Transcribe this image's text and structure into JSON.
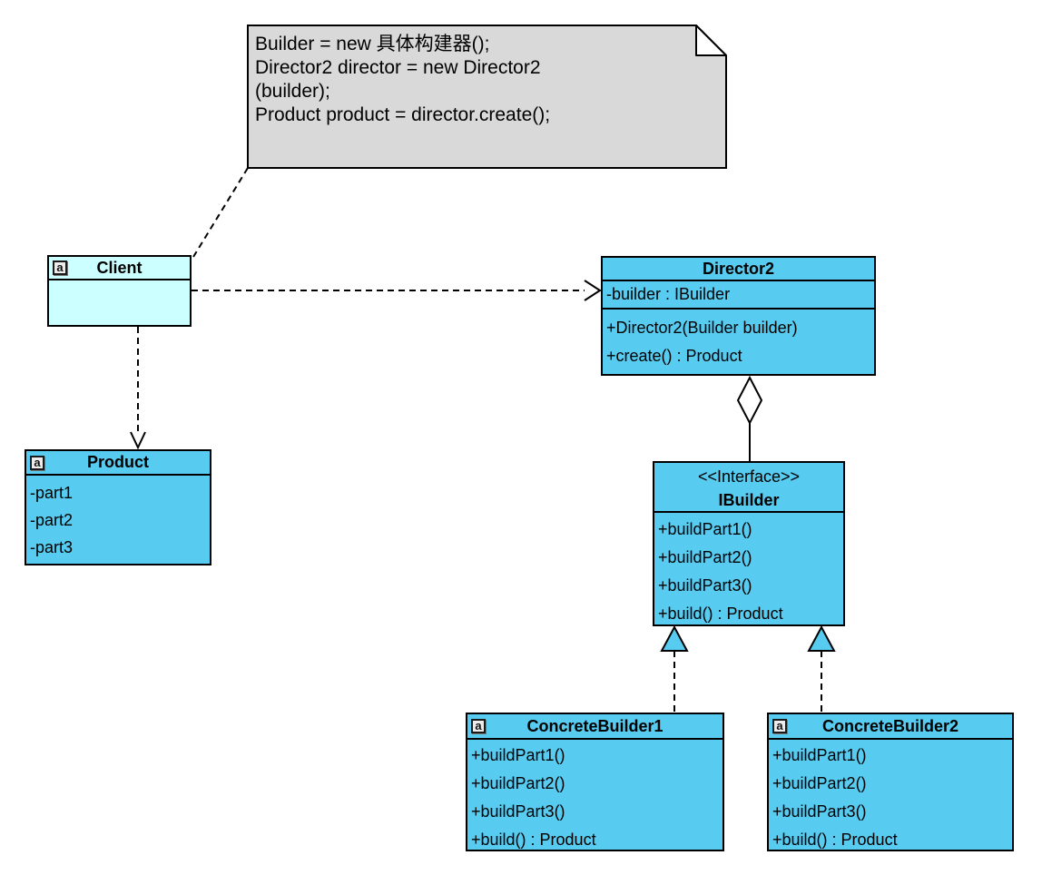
{
  "note": {
    "lines": [
      "Builder = new 具体构建器();",
      "Director2 director = new Director2",
      "(builder);",
      "Product product = director.create();"
    ]
  },
  "marker": {
    "letter": "a"
  },
  "classes": {
    "client": {
      "name": "Client"
    },
    "director2": {
      "name": "Director2",
      "attributes": [
        "-builder : IBuilder"
      ],
      "methods": [
        "+Director2(Builder builder)",
        "+create() : Product"
      ]
    },
    "product": {
      "name": "Product",
      "attributes": [
        "-part1",
        "-part2",
        "-part3"
      ]
    },
    "ibuilder": {
      "stereotype": "<<Interface>>",
      "name": "IBuilder",
      "methods": [
        "+buildPart1()",
        "+buildPart2()",
        "+buildPart3()",
        "+build() : Product"
      ]
    },
    "concrete_builder1": {
      "name": "ConcreteBuilder1",
      "methods": [
        "+buildPart1()",
        "+buildPart2()",
        "+buildPart3()",
        "+build() : Product"
      ]
    },
    "concrete_builder2": {
      "name": "ConcreteBuilder2",
      "methods": [
        "+buildPart1()",
        "+buildPart2()",
        "+buildPart3()",
        "+build() : Product"
      ]
    }
  },
  "relationships": [
    {
      "type": "anchor",
      "from": "note",
      "to": "Client"
    },
    {
      "type": "dependency",
      "from": "Client",
      "to": "Director2"
    },
    {
      "type": "dependency",
      "from": "Client",
      "to": "Product"
    },
    {
      "type": "aggregation",
      "from": "Director2",
      "to": "IBuilder"
    },
    {
      "type": "realization",
      "from": "ConcreteBuilder1",
      "to": "IBuilder"
    },
    {
      "type": "realization",
      "from": "ConcreteBuilder2",
      "to": "IBuilder"
    }
  ],
  "colors": {
    "background": "#ffffff",
    "class_fill": "#57cbf0",
    "client_fill": "#ccffff",
    "note_fill": "#d9d9d9",
    "note_fold_fill": "#ffffff",
    "diamond_fill": "#ffffff",
    "outline": "#000000"
  }
}
